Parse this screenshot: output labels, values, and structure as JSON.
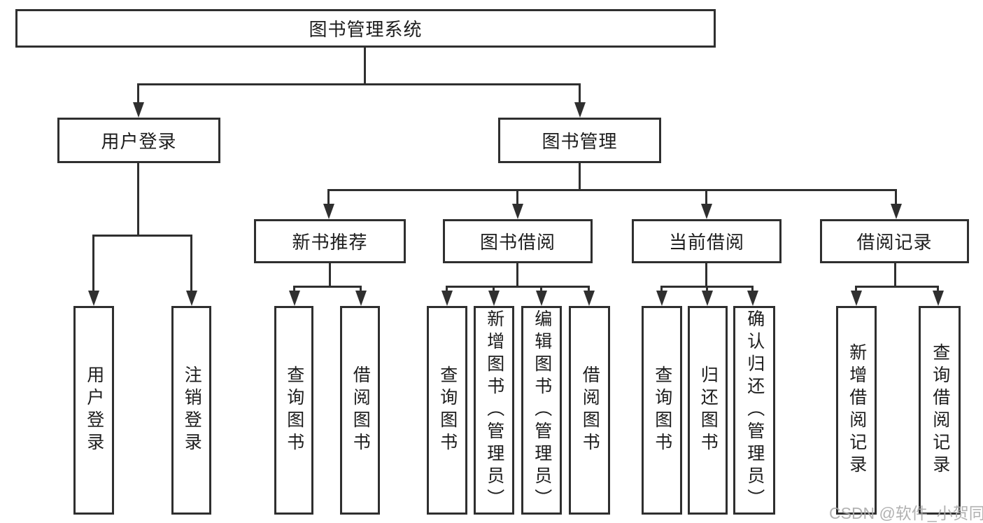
{
  "diagram": {
    "title": "图书管理系统",
    "watermark": "CSDN @软件_小贺同学",
    "colors": {
      "line": "#2f2f2f",
      "text": "#1c1c1c",
      "background": "#ffffff",
      "watermark_color": "#aaaaaa"
    },
    "tree": {
      "root": {
        "label": "图书管理系统",
        "children": [
          {
            "label": "用户登录",
            "children": [
              {
                "label": "用户登录"
              },
              {
                "label": "注销登录"
              }
            ]
          },
          {
            "label": "图书管理",
            "children": [
              {
                "label": "新书推荐",
                "children": [
                  {
                    "label": "查询图书"
                  },
                  {
                    "label": "借阅图书"
                  }
                ]
              },
              {
                "label": "图书借阅",
                "children": [
                  {
                    "label": "查询图书"
                  },
                  {
                    "label": "新增图书（管理员）"
                  },
                  {
                    "label": "编辑图书（管理员）"
                  },
                  {
                    "label": "借阅图书"
                  }
                ]
              },
              {
                "label": "当前借阅",
                "children": [
                  {
                    "label": "查询图书"
                  },
                  {
                    "label": "归还图书"
                  },
                  {
                    "label": "确认归还（管理员）"
                  }
                ]
              },
              {
                "label": "借阅记录",
                "children": [
                  {
                    "label": "新增借阅记录"
                  },
                  {
                    "label": "查询借阅记录"
                  }
                ]
              }
            ]
          }
        ]
      }
    }
  }
}
